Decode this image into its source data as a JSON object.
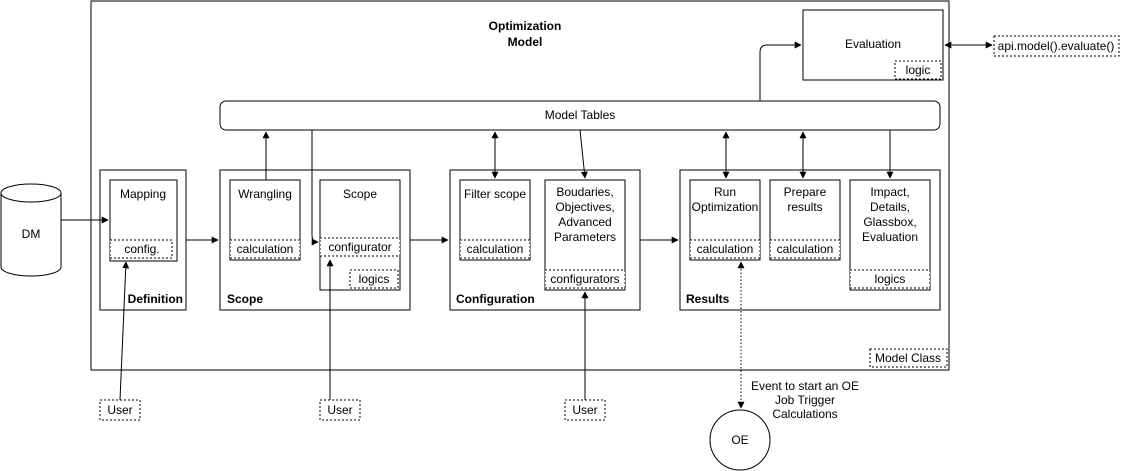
{
  "model": {
    "title_line1": "Optimization",
    "title_line2": "Model",
    "class_tag": "Model Class"
  },
  "evaluation": {
    "label": "Evaluation",
    "logic_tag": "logic"
  },
  "api_label": "api.model().evaluate()",
  "model_tables": {
    "label": "Model Tables"
  },
  "dm": {
    "label": "DM"
  },
  "oe": {
    "label": "OE"
  },
  "event_note": {
    "line1": "Event to start an OE",
    "line2": "Job Trigger",
    "line3": "Calculations"
  },
  "users": [
    "User",
    "User",
    "User"
  ],
  "groups": {
    "definition": {
      "label": "Definition",
      "mapping": {
        "label": "Mapping",
        "tag": "config."
      }
    },
    "scope": {
      "label": "Scope",
      "wrangling": {
        "label": "Wrangling",
        "tag": "calculation"
      },
      "scope_box": {
        "label": "Scope",
        "tag1": "configurator",
        "tag2": "logics"
      }
    },
    "configuration": {
      "label": "Configuration",
      "filter": {
        "label": "Filter scope",
        "tag": "calculation"
      },
      "boundaries": {
        "line1": "Boudaries,",
        "line2": "Objectives,",
        "line3": "Advanced",
        "line4": "Parameters",
        "tag": "configurators"
      }
    },
    "results": {
      "label": "Results",
      "run": {
        "line1": "Run",
        "line2": "Optimization",
        "tag": "calculation"
      },
      "prepare": {
        "line1": "Prepare",
        "line2": "results",
        "tag": "calculation"
      },
      "impact": {
        "line1": "Impact,",
        "line2": "Details,",
        "line3": "Glassbox,",
        "line4": "Evaluation",
        "tag": "logics"
      }
    }
  }
}
